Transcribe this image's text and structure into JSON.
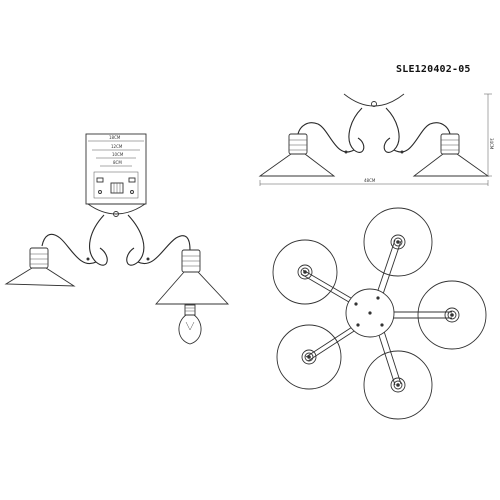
{
  "model_code": "SLE120402-05",
  "dimensions": {
    "width_label_1": "18CM",
    "width_label_2": "12CM",
    "width_label_3": "10CM",
    "width_label_4": "8CM",
    "overall_width": "48CM",
    "overall_height": "34CM"
  },
  "colors": {
    "line": "#333333",
    "fill": "#ffffff"
  }
}
